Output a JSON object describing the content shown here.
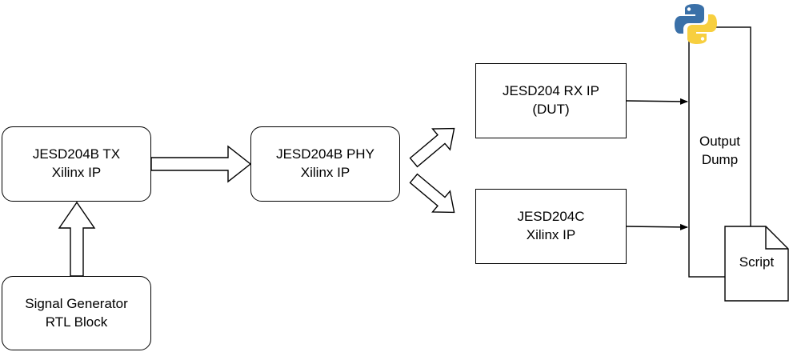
{
  "blocks": {
    "tx": {
      "line1": "JESD204B TX",
      "line2": "Xilinx IP"
    },
    "phy": {
      "line1": "JESD204B PHY",
      "line2": "Xilinx IP"
    },
    "rx": {
      "line1": "JESD204 RX IP",
      "line2": "(DUT)"
    },
    "jesd204c": {
      "line1": "JESD204C",
      "line2": "Xilinx IP"
    },
    "siggen": {
      "line1": "Signal Generator",
      "line2": "RTL Block"
    },
    "output": {
      "line1": "Output",
      "line2": "Dump"
    },
    "script": {
      "label": "Script"
    }
  },
  "icons": {
    "python": "python-logo-icon"
  },
  "colors": {
    "python_blue": "#3a70a8",
    "python_yellow": "#f7cf3f",
    "stroke": "#000000"
  }
}
